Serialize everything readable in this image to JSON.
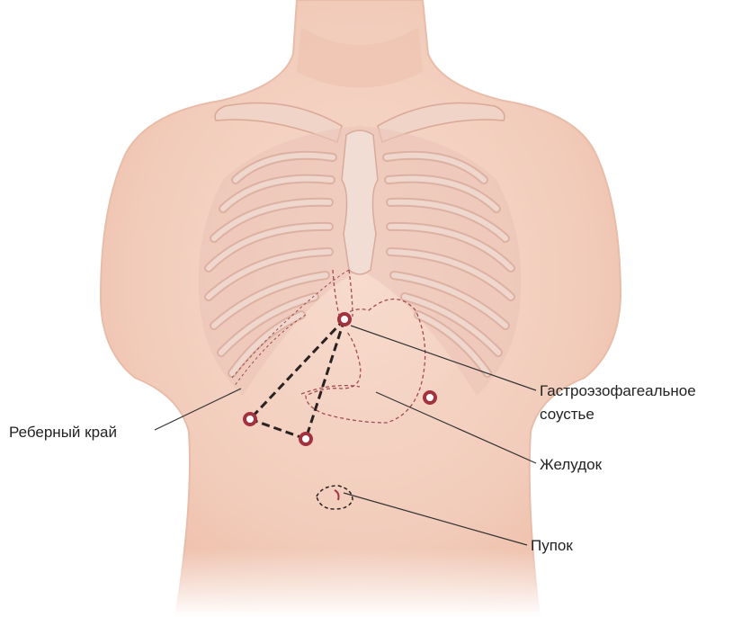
{
  "labels": {
    "costal_margin": "Реберный край",
    "gej_line1": "Гастроэзофагеальное",
    "gej_line2": "соустье",
    "stomach": "Желудок",
    "navel": "Пупок"
  },
  "colors": {
    "skin": "#f4d3c4",
    "skin_shadow": "#e6b5a0",
    "rib": "#e7c3b6",
    "rib_edge": "#cfa092",
    "bone": "#efdcd4",
    "dashed": "#2a2220",
    "outline": "#a14b52",
    "port": "#a3323f",
    "leader": "#333333"
  },
  "icons": {
    "port": "trocar-port-icon"
  }
}
